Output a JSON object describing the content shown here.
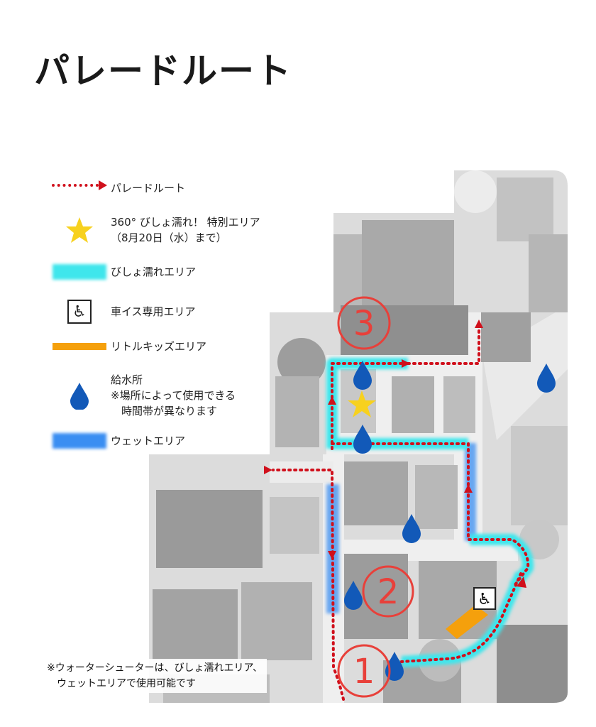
{
  "title": "パレードルート",
  "legend": {
    "route": "パレードルート",
    "special_area": [
      "360° びしょ濡れ！ 特別エリア",
      "（8月20日（水）まで）"
    ],
    "splash_area": "びしょ濡れエリア",
    "wheelchair": "車イス専用エリア",
    "kids_area": "リトルキッズエリア",
    "water_station": [
      "給水所",
      "※場所によって使用できる",
      "　時間帯が異なります"
    ],
    "wet_area": "ウェットエリア"
  },
  "map": {
    "markers": [
      "1",
      "2",
      "3"
    ]
  },
  "footnote": [
    "※ウォーターシューターは、びしょ濡れエリア、",
    "　ウェットエリアで使用可能です"
  ],
  "colors": {
    "route": "#d0101c",
    "splash": "#3fe6ec",
    "wet": "#3a8ef2",
    "kids": "#f5a00c",
    "water_drop": "#1259b8",
    "star": "#f7d11e",
    "marker": "#e8403a"
  }
}
